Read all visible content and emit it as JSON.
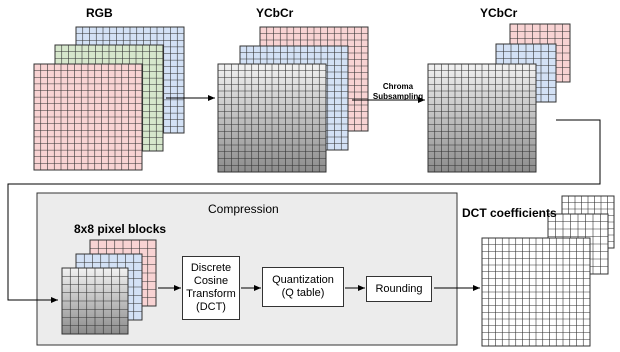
{
  "stages": {
    "rgb_label": "RGB",
    "ycbcr_label_1": "YCbCr",
    "ycbcr_label_2": "YCbCr",
    "chroma_label": "Chroma\nSubsampling",
    "compression_title": "Compression",
    "blocks_label": "8x8 pixel blocks",
    "dct_box": "Discrete\nCosine\nTransform\n(DCT)",
    "quant_box": "Quantization\n(Q table)",
    "rounding_box": "Rounding",
    "dct_coeff_label": "DCT coefficients"
  },
  "colors": {
    "red": "#f8d3d3",
    "green": "#d6e7cc",
    "blue": "#d3e1f5",
    "panel": "#ececec",
    "grid_line": "#333333"
  }
}
